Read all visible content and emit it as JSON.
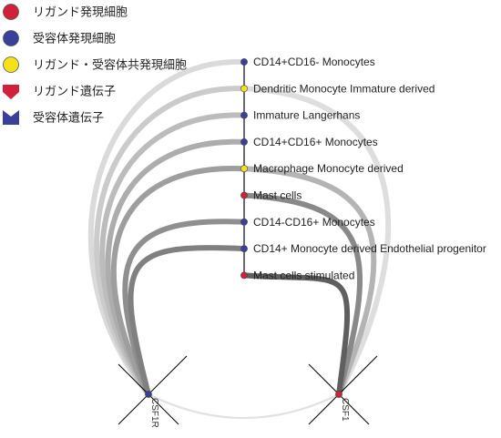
{
  "legend": {
    "items": [
      {
        "name": "legend-ligand-cell",
        "label": "リガンド発現細胞",
        "shape": "circle",
        "color": "#d0203a"
      },
      {
        "name": "legend-receptor-cell",
        "label": "受容体発現細胞",
        "shape": "circle",
        "color": "#3a3f9a"
      },
      {
        "name": "legend-coexpress-cell",
        "label": "リガンド・受容体共発現細胞",
        "shape": "circle",
        "color": "#f5e11a"
      },
      {
        "name": "legend-ligand-gene",
        "label": "リガンド遺伝子",
        "shape": "shield",
        "color": "#d0203a"
      },
      {
        "name": "legend-receptor-gene",
        "label": "受容体遺伝子",
        "shape": "bowtie",
        "color": "#3a3f9a"
      }
    ]
  },
  "cells": [
    {
      "label": "CD14+CD16- Monocytes",
      "type": "receptor"
    },
    {
      "label": "Dendritic Monocyte Immature derived",
      "type": "both"
    },
    {
      "label": "Immature Langerhans",
      "type": "receptor"
    },
    {
      "label": "CD14+CD16+ Monocytes",
      "type": "receptor"
    },
    {
      "label": "Macrophage Monocyte derived",
      "type": "both"
    },
    {
      "label": "Mast cells",
      "type": "ligand"
    },
    {
      "label": "CD14-CD16+ Monocytes",
      "type": "receptor"
    },
    {
      "label": "CD14+ Monocyte derived Endothelial progenitor",
      "type": "receptor"
    },
    {
      "label": "Mast cells stimulated",
      "type": "ligand"
    }
  ],
  "genes": {
    "receptor": {
      "label": "CSF1R",
      "color": "#3a3f9a"
    },
    "ligand": {
      "label": "CSF1",
      "color": "#d0203a"
    }
  },
  "colors": {
    "ligand": "#d0203a",
    "receptor": "#3a3f9a",
    "both": "#f5e11a",
    "axis": "#1a1a3a"
  }
}
